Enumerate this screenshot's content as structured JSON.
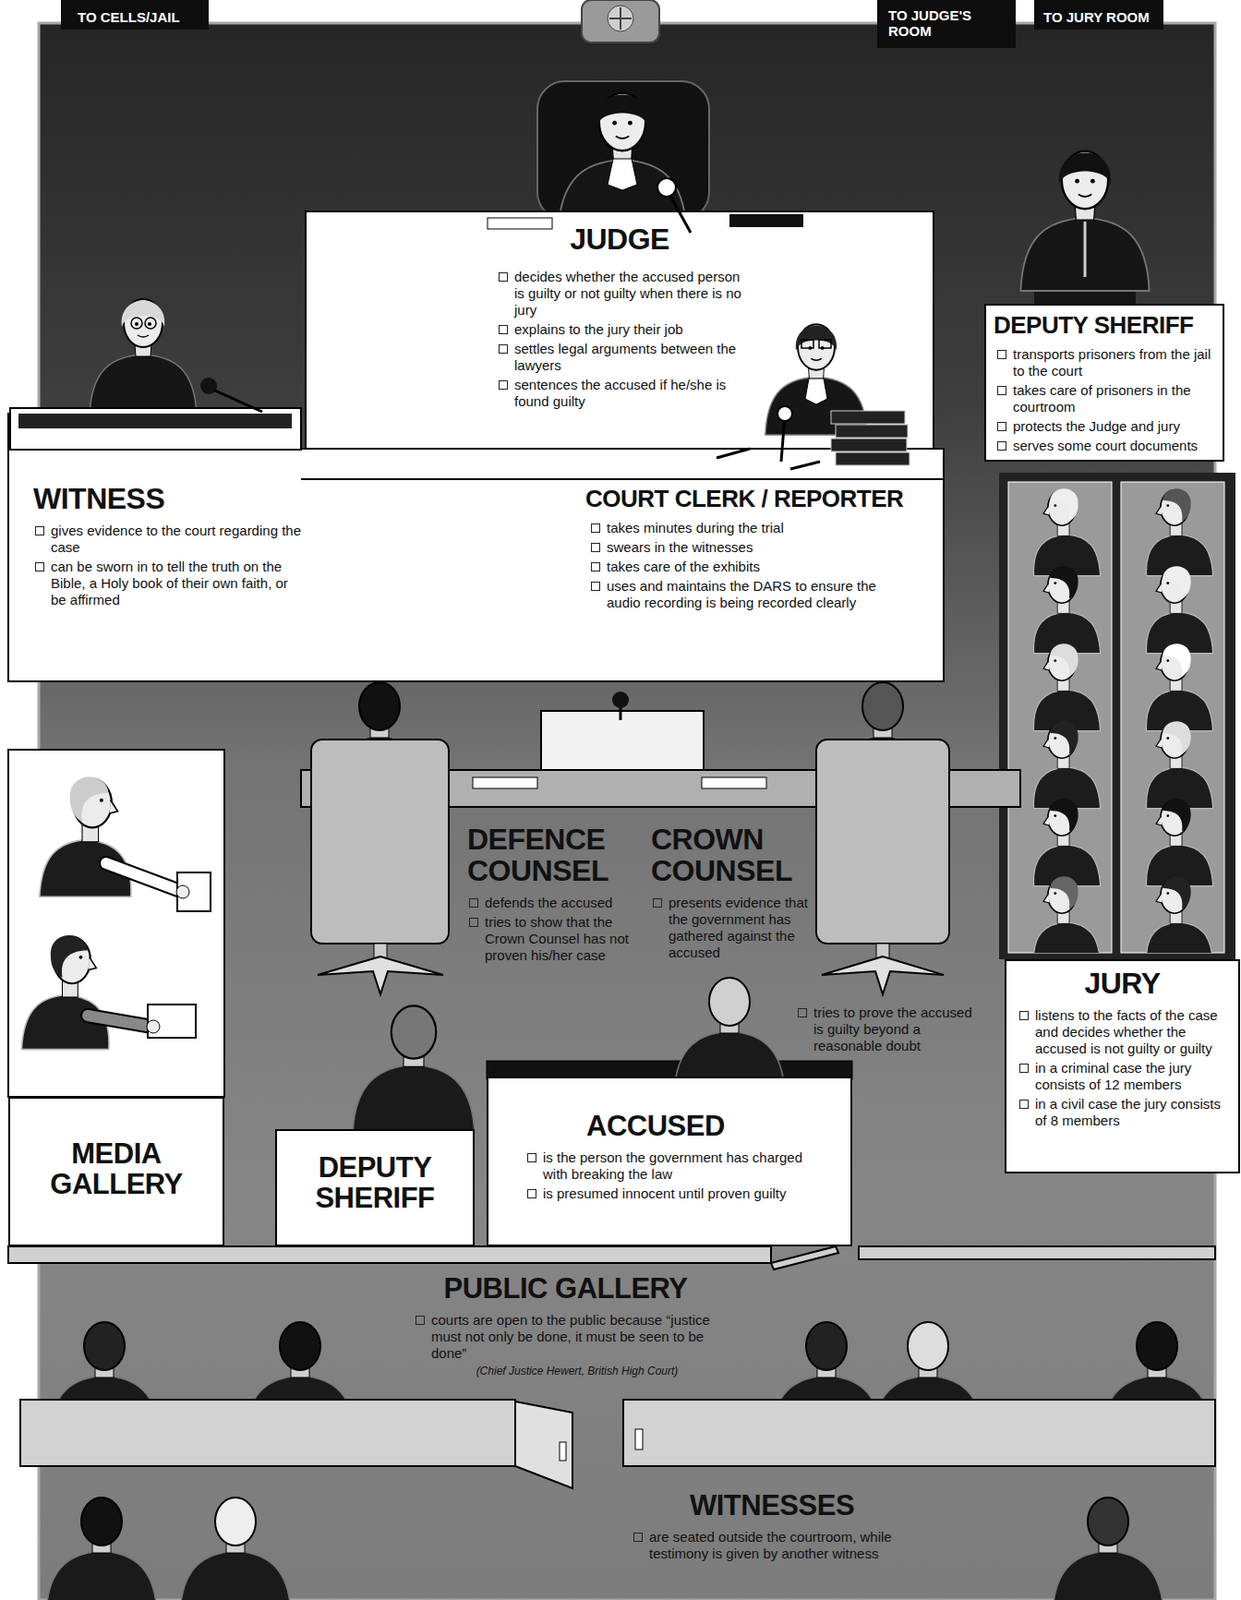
{
  "diagram": {
    "nodes": [
      {
        "text": [
          "JUDGE",
          "decides whether the accused person is guilty or not guilty when there is no jury",
          "explains to the jury their job",
          "settles legal arguments between the lawyers",
          "sentences the accused if he/she is found guilty"
        ]
      },
      {
        "text": [
          "DEPUTY SHERIFF",
          "transports prisoners from the jail to the court",
          "takes care of prisoners in the courtroom",
          "protects the Judge and jury",
          "serves some court documents"
        ]
      },
      {
        "text": [
          "WITNESS",
          "gives evidence to the court regarding the case",
          "can be sworn in to tell the truth on the Bible, a Holy book of their own faith, or be affirmed"
        ]
      },
      {
        "text": [
          "COURT CLERK / REPORTER",
          "takes minutes during the trial",
          "swears in the witnesses",
          "takes care of the exhibits",
          "uses and maintains the DARS to ensure the audio recording is being recorded clearly"
        ]
      },
      {
        "text": [
          "JURY",
          "listens to the facts of the case and decides whether the accused is not guilty or guilty",
          "in a criminal case the jury consists of 12 members",
          "in a civil case the jury consists of 8 members"
        ]
      },
      {
        "text": [
          "MEDIA GALLERY"
        ]
      },
      {
        "text": [
          "DEFENCE COUNSEL",
          "defends the accused",
          "tries to show that the Crown Counsel has not proven his/her case"
        ]
      },
      {
        "text": [
          "CROWN COUNSEL",
          "presents evidence that the government has gathered against the accused",
          "tries to prove the accused is guilty beyond a reasonable doubt"
        ]
      },
      {
        "text": [
          "DEPUTY SHERIFF"
        ]
      },
      {
        "text": [
          "ACCUSED",
          "is the person the government has charged with breaking the law",
          "is presumed innocent until proven guilty"
        ]
      },
      {
        "text": [
          "PUBLIC GALLERY",
          "courts are open to the public because “justice must not only be done, it must be seen to be done”",
          "(Chief Justice Hewert, British High Court)"
        ]
      },
      {
        "text": [
          "WITNESSES",
          "are seated outside the courtroom, while testimony is given by another witness"
        ]
      }
    ],
    "labels": [
      "TO CELLS/JAIL",
      "TO JUDGE'S ROOM",
      "TO JURY ROOM"
    ]
  }
}
